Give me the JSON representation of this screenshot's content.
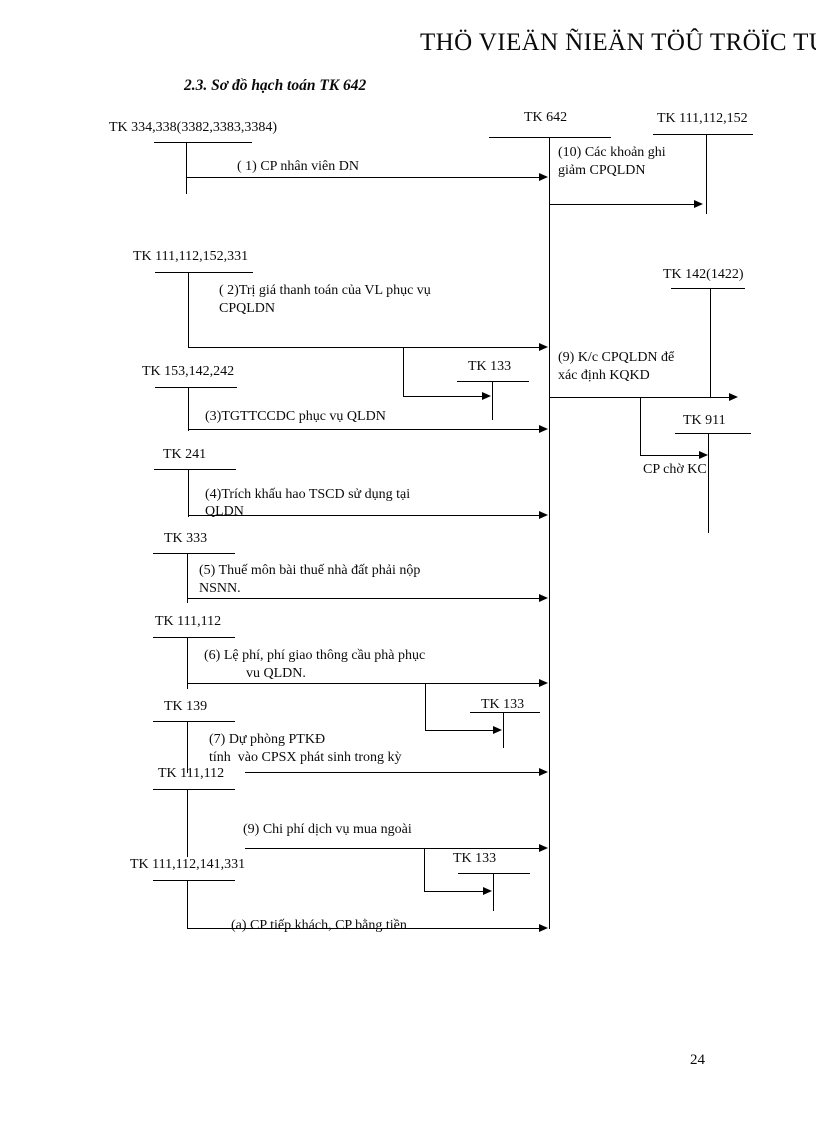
{
  "document": {
    "header_banner": "THÖ VIEÄN ÑIEÄN TÖÛ TRÖÏC TUYEÁN",
    "section_title": "2.3. Sơ đồ hạch toán TK 642",
    "page_number": "24"
  },
  "accounts": {
    "center": "TK 642",
    "top_right": "TK 111,112,152",
    "c142": "TK 142(1422)",
    "c911": "TK 911",
    "vat1": "TK 133",
    "vat2": "TK 133",
    "vat3": "TK 133",
    "left": [
      "TK 334,338(3382,3383,3384)",
      "TK 111,112,152,331",
      "TK 153,142,242",
      "TK 241",
      "TK 333",
      "TK 111,112",
      "TK 139",
      "TK 111,112",
      "TK 111,112,141,331"
    ]
  },
  "flows": {
    "f1": "( 1) CP nhân viên DN",
    "f2_line1": "( 2)Trị giá thanh toán của VL phục vụ",
    "f2_line2": "CPQLDN",
    "f3": "(3)TGTTCCDC phục vụ QLDN",
    "f4_line1": "(4)Trích khấu hao TSCD sử dụng tại",
    "f4_line2": "QLDN",
    "f5_line1": "(5) Thuế môn bài thuế nhà đất phải nộp",
    "f5_line2": "NSNN.",
    "f6_line1": "(6) Lệ phí, phí giao thông cầu phà phục",
    "f6_line2": "vu QLDN.",
    "f7_line1": "(7) Dự phòng PTKĐ",
    "f7_line2": "tính  vào CPSX phát sinh trong kỳ",
    "f9": "(9) Chi phí dịch vụ mua ngoài",
    "fa": "(a) CP tiếp khách, CP bằng tiền",
    "f10_line1": "(10) Các khoản ghi",
    "f10_line2": "giảm CPQLDN",
    "f9k_line1": "(9) K/c CPQLDN để",
    "f9k_line2": "xác định KQKD",
    "cp_cho_kc": "CP chờ KC"
  },
  "colors": {
    "ink": "#000000",
    "paper": "#ffffff"
  }
}
